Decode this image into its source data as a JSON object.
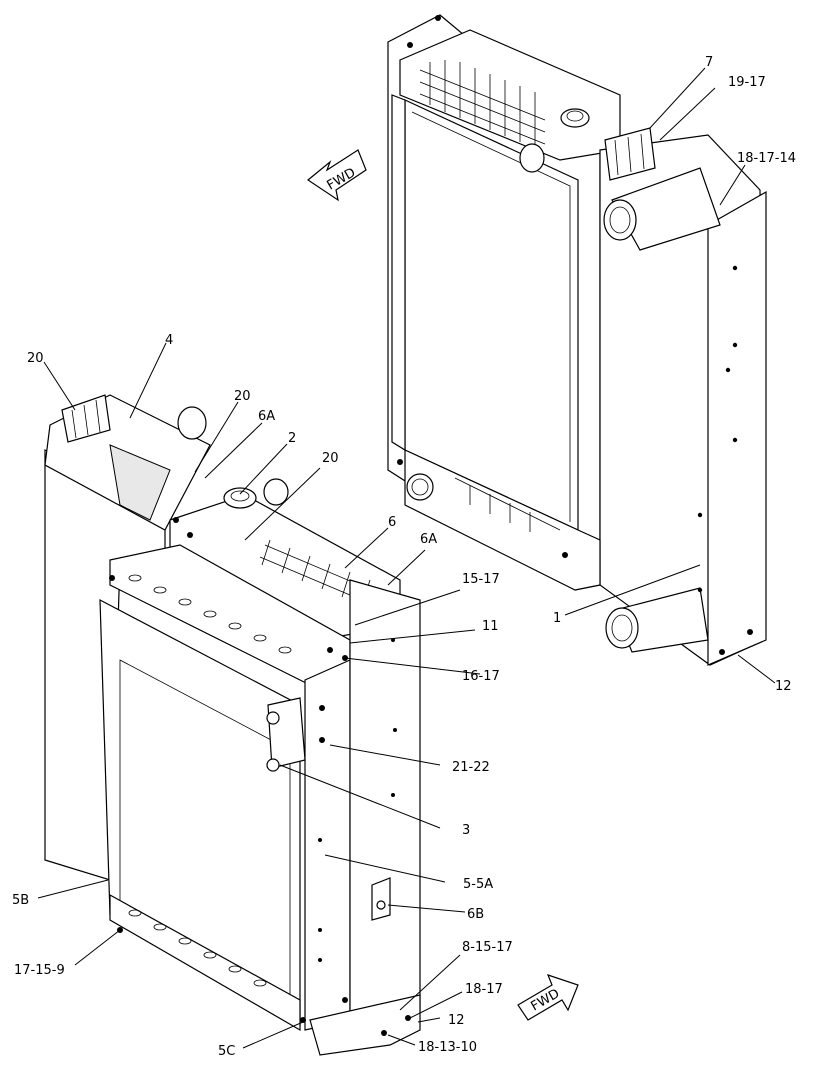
{
  "arrows": [
    {
      "name": "fwd-arrow-upper",
      "label": "FWD"
    },
    {
      "name": "fwd-arrow-lower",
      "label": "FWD"
    }
  ],
  "callouts": [
    {
      "id": "c-7",
      "text": "7"
    },
    {
      "id": "c-19-17",
      "text": "19-17"
    },
    {
      "id": "c-18-17-14",
      "text": "18-17-14"
    },
    {
      "id": "c-4",
      "text": "4"
    },
    {
      "id": "c-20a",
      "text": "20"
    },
    {
      "id": "c-20b",
      "text": "20"
    },
    {
      "id": "c-6a-a",
      "text": "6A"
    },
    {
      "id": "c-2",
      "text": "2"
    },
    {
      "id": "c-20c",
      "text": "20"
    },
    {
      "id": "c-6",
      "text": "6"
    },
    {
      "id": "c-6a-b",
      "text": "6A"
    },
    {
      "id": "c-15-17",
      "text": "15-17"
    },
    {
      "id": "c-1",
      "text": "1"
    },
    {
      "id": "c-11",
      "text": "11"
    },
    {
      "id": "c-16-17",
      "text": "16-17"
    },
    {
      "id": "c-12a",
      "text": "12"
    },
    {
      "id": "c-21-22",
      "text": "21-22"
    },
    {
      "id": "c-3",
      "text": "3"
    },
    {
      "id": "c-5-5a",
      "text": "5-5A"
    },
    {
      "id": "c-5b",
      "text": "5B"
    },
    {
      "id": "c-6b",
      "text": "6B"
    },
    {
      "id": "c-8-15-17",
      "text": "8-15-17"
    },
    {
      "id": "c-17-15-9",
      "text": "17-15-9"
    },
    {
      "id": "c-18-17",
      "text": "18-17"
    },
    {
      "id": "c-12b",
      "text": "12"
    },
    {
      "id": "c-5c",
      "text": "5C"
    },
    {
      "id": "c-18-13-10",
      "text": "18-13-10"
    }
  ]
}
